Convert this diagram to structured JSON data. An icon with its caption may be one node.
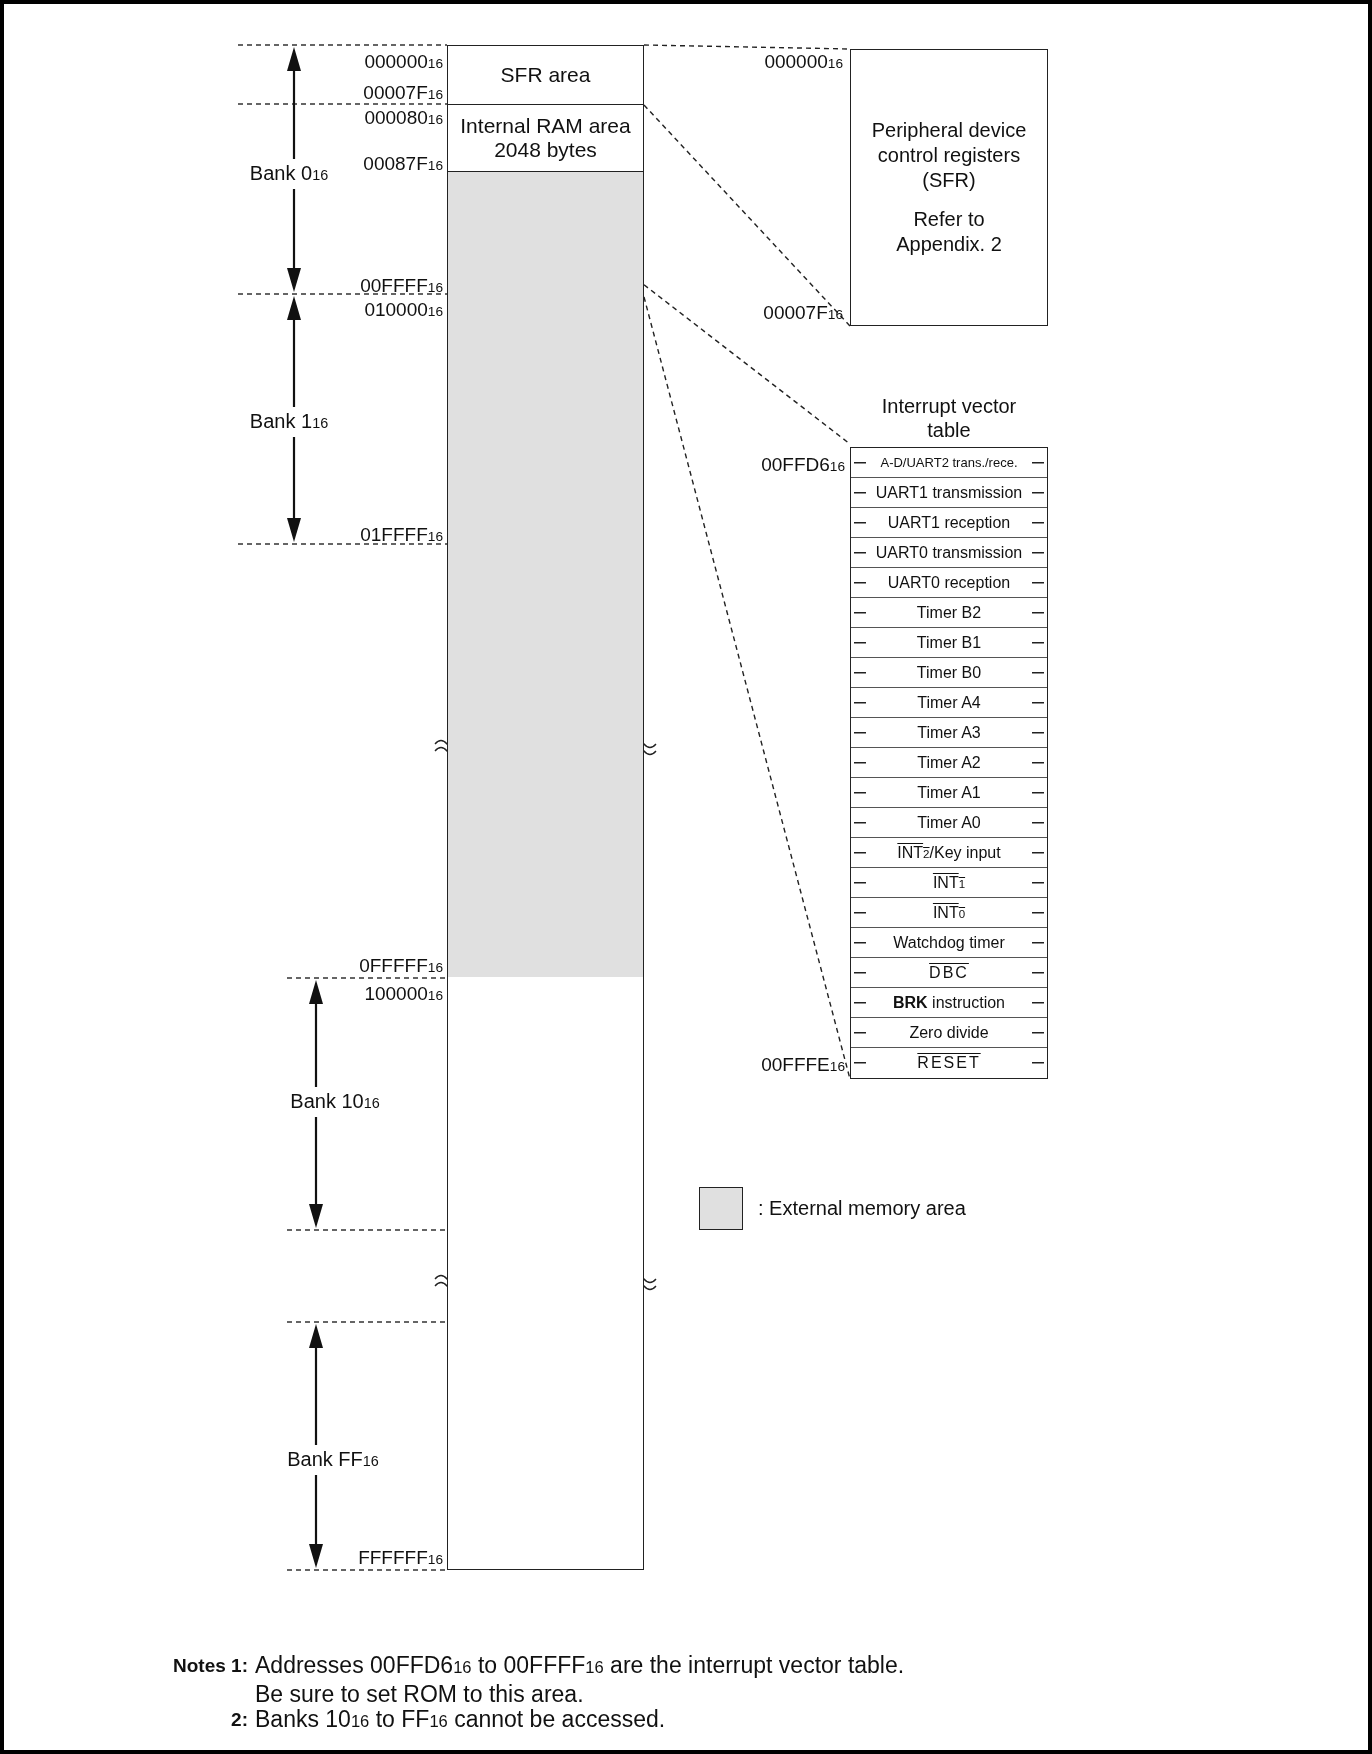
{
  "diagram": {
    "nodes": [
      {
        "text": [
          "SFR area"
        ]
      },
      {
        "text": [
          "Internal RAM area 2048 bytes"
        ]
      },
      {
        "text": [],
        "shape": "box"
      },
      {
        "text": [],
        "shape": "box"
      },
      {
        "text": [
          "Peripheral device control registers (SFR)",
          "Refer to Appendix. 2"
        ],
        "beside": [
          "000000$_{16}$",
          "00007F$_{16}$"
        ]
      },
      {
        "text": [
          "Interrupt vector table"
        ]
      },
      {
        "text": [
          "A-D/UART2 trans./rece."
        ],
        "in": 5,
        "beside": [
          "00FFD6$_{16}$"
        ]
      },
      {
        "text": [
          "UART1 transmission"
        ],
        "in": 5
      },
      {
        "text": [
          "UART1 reception"
        ],
        "in": 5
      },
      {
        "text": [
          "UART0 transmission"
        ],
        "in": 5
      },
      {
        "text": [
          "UART0 reception"
        ],
        "in": 5
      },
      {
        "text": [
          "Timer B2"
        ],
        "in": 5
      },
      {
        "text": [
          "Timer B1"
        ],
        "in": 5
      },
      {
        "text": [
          "Timer B0"
        ],
        "in": 5
      },
      {
        "text": [
          "Timer A4"
        ],
        "in": 5
      },
      {
        "text": [
          "Timer A3"
        ],
        "in": 5
      },
      {
        "text": [
          "Timer A2"
        ],
        "in": 5
      },
      {
        "text": [
          "Timer A1"
        ],
        "in": 5
      },
      {
        "text": [
          "Timer A0"
        ],
        "in": 5
      },
      {
        "text": [
          "INT$_{2}$/Key input"
        ],
        "in": 5
      },
      {
        "text": [
          "INT$_{1}$"
        ],
        "in": 5
      },
      {
        "text": [
          "INT$_{0}$"
        ],
        "in": 5
      },
      {
        "text": [
          "Watchdog timer"
        ],
        "in": 5
      },
      {
        "text": [
          "DBC"
        ],
        "in": 5
      },
      {
        "text": [
          "**BRK** instruction"
        ],
        "in": 5
      },
      {
        "text": [
          "Zero divide"
        ],
        "in": 5
      },
      {
        "text": [
          "RESET"
        ],
        "in": 5,
        "beside": [
          "00FFFE$_{16}$"
        ]
      }
    ],
    "edges": [
      {
        "from": 0,
        "to": 4,
        "arrow": "none",
        "style": "dashed"
      },
      {
        "from": 0,
        "to": 4,
        "arrow": "none",
        "style": "dashed"
      },
      {
        "from": 2,
        "to": 5,
        "arrow": "none",
        "style": "dashed"
      },
      {
        "from": 2,
        "to": 5,
        "arrow": "none",
        "style": "dashed"
      }
    ],
    "labels": [
      "000000$_{16}$",
      "00007F$_{16}$",
      "000080$_{16}$",
      "00087F$_{16}$",
      "Bank 0$_{16}$",
      "00FFFF$_{16}$",
      "010000$_{16}$",
      "Bank 1$_{16}$",
      "01FFFF$_{16}$",
      "0FFFFF$_{16}$",
      "100000$_{16}$",
      "Bank 10$_{16}$",
      "Bank FF$_{16}$",
      "FFFFFF$_{16}$",
      "Notes 1:",
      "Addresses 00FFD6$_{16}$ to 00FFFF$_{16}$ are the interrupt vector table. Be sure to set ROM to this area.",
      "2:",
      "Banks 10$_{16}$ to FF$_{16}$ cannot be accessed."
    ],
    "legend": [
      {
        "text": ": External memory area",
        "color": "#e0e0e0"
      }
    ]
  }
}
